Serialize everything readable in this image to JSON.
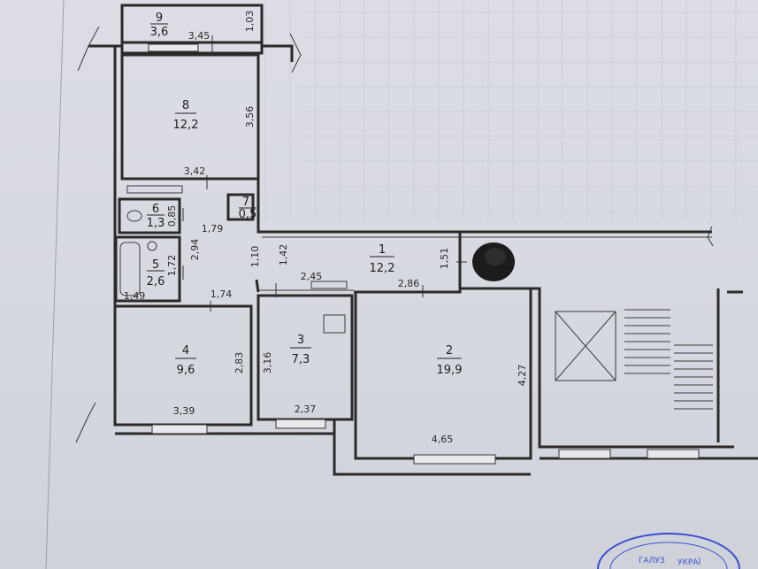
{
  "rooms": [
    {
      "id": "9",
      "number": "9",
      "area": "3,6"
    },
    {
      "id": "8",
      "number": "8",
      "area": "12,2"
    },
    {
      "id": "7",
      "number": "7",
      "area": "0,5"
    },
    {
      "id": "6",
      "number": "6",
      "area": "1,3"
    },
    {
      "id": "5",
      "number": "5",
      "area": "2,6"
    },
    {
      "id": "4",
      "number": "4",
      "area": "9,6"
    },
    {
      "id": "3",
      "number": "3",
      "area": "7,3"
    },
    {
      "id": "2",
      "number": "2",
      "area": "19,9"
    },
    {
      "id": "1",
      "number": "1",
      "area": "12,2"
    }
  ],
  "dimensions": [
    "3,45",
    "1,03",
    "3,56",
    "3,42",
    "0,85",
    "1,79",
    "2,94",
    "1,72",
    "1,49",
    "1,10",
    "1,42",
    "2,45",
    "2,86",
    "1,51",
    "1,74",
    "2,83",
    "3,16",
    "3,39",
    "2,37",
    "4,65",
    "4,27"
  ],
  "stamp": {
    "line1": "ГАЛУЗ",
    "line2": "УКРАЇ"
  },
  "colors": {
    "paper": "#d8dae2",
    "ink": "#2a2a2a",
    "stamp": "#3b4fd0"
  }
}
